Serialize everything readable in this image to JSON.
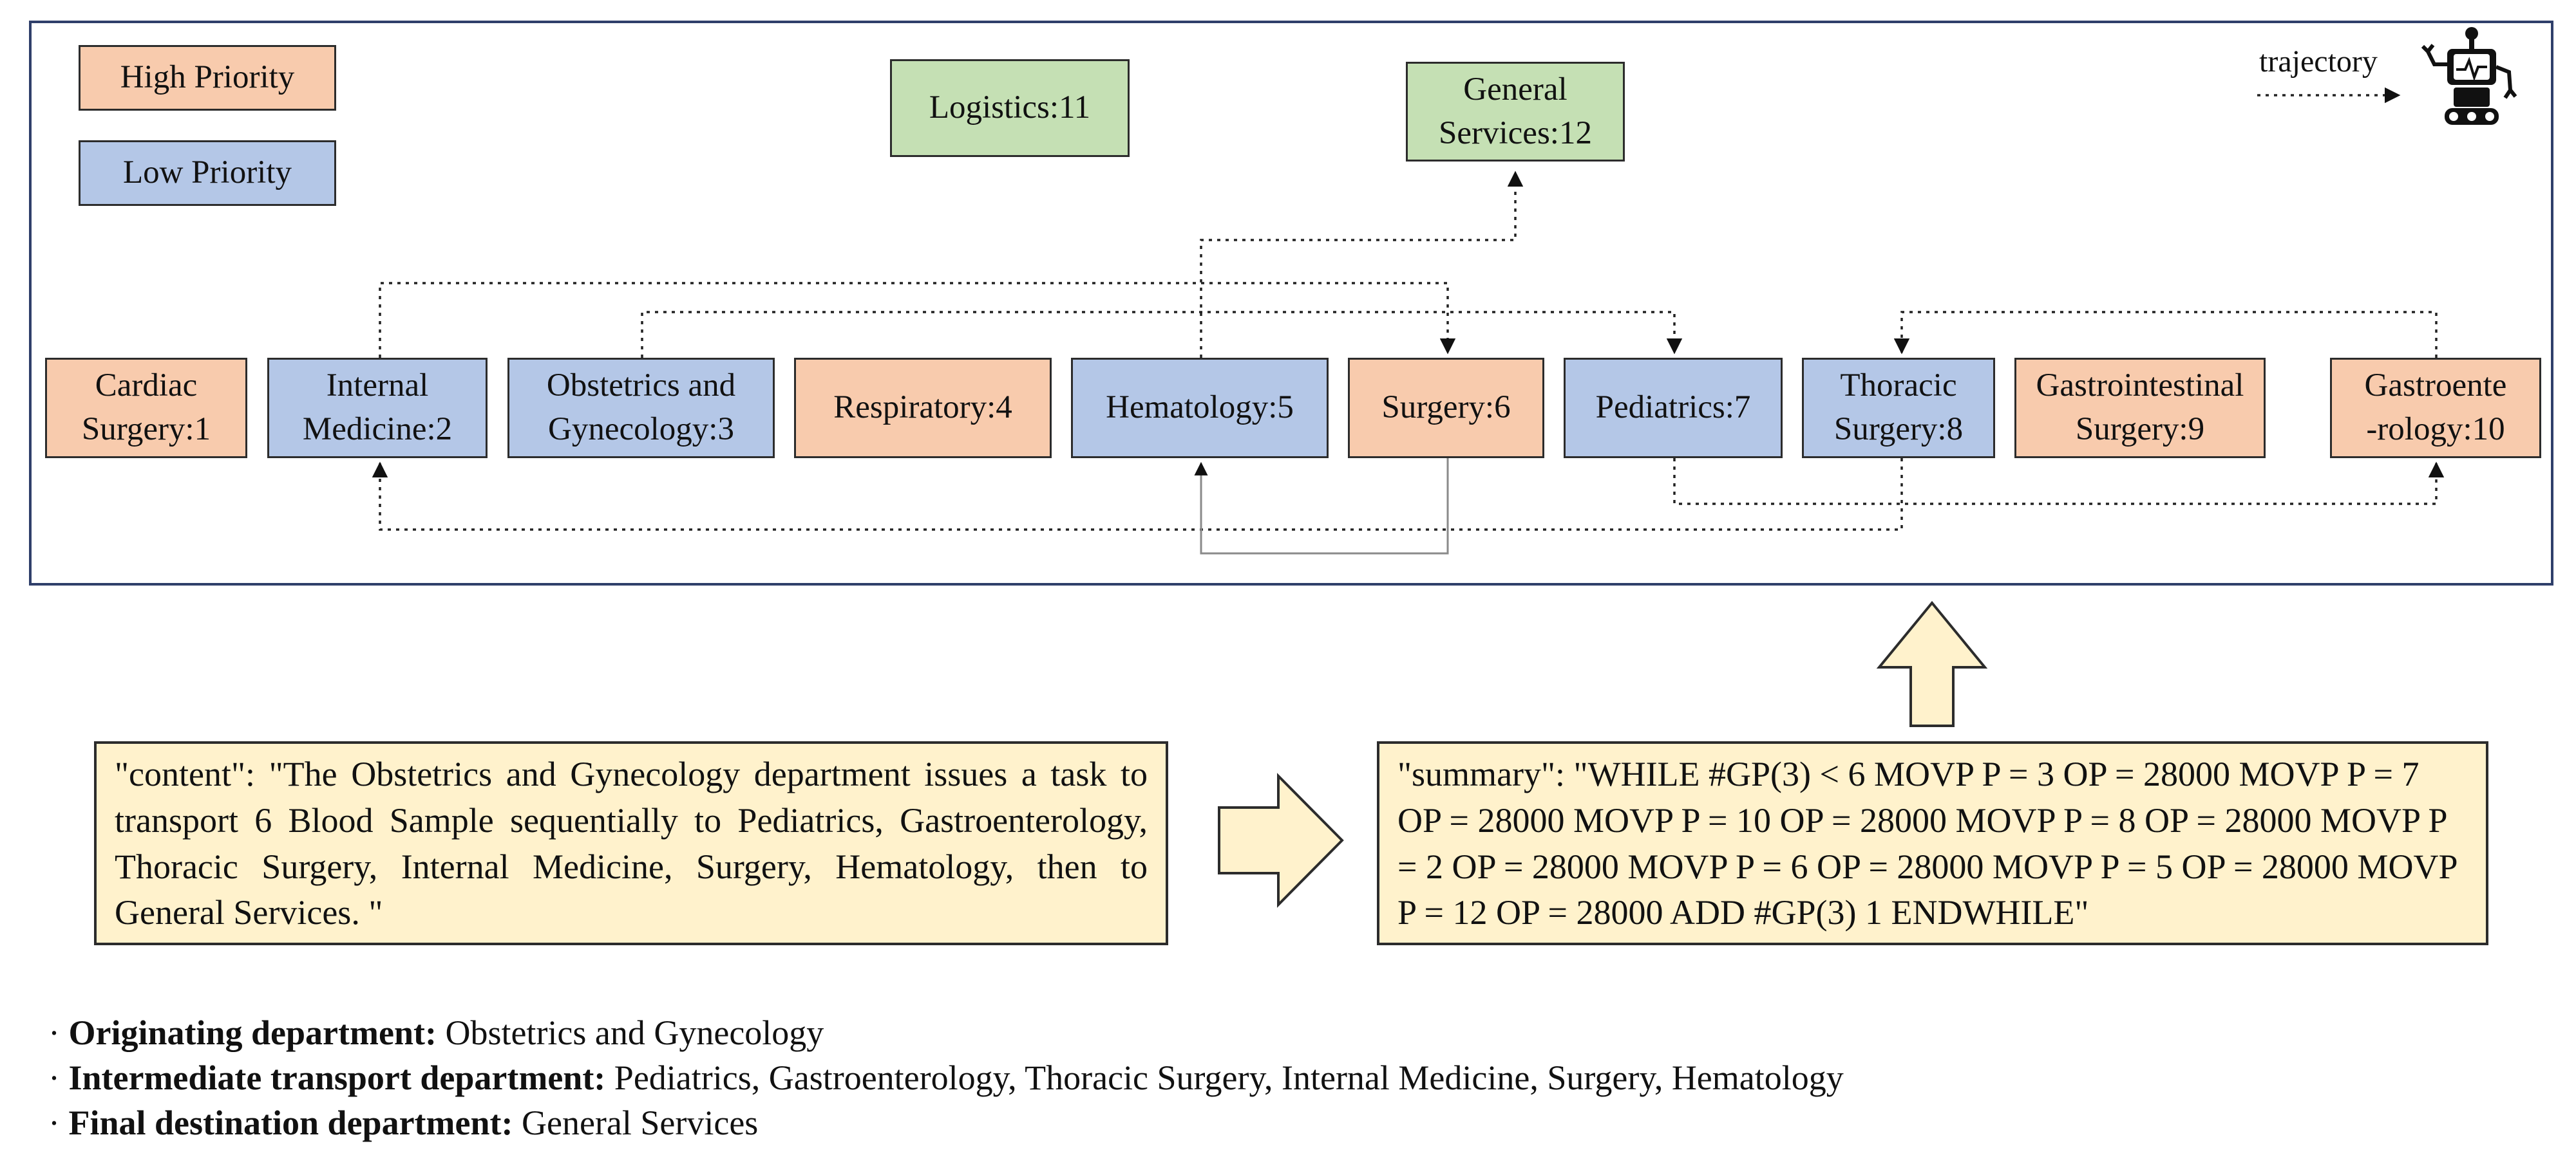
{
  "legend": {
    "high_priority": "High Priority",
    "low_priority": "Low Priority",
    "trajectory": "trajectory"
  },
  "colors": {
    "high": "#f8cbad",
    "low": "#b4c7e7",
    "service": "#c5e0b4",
    "note": "#fff2cc",
    "frame": "#2f3f6a"
  },
  "service_boxes": {
    "logistics": "Logistics:11",
    "general_services": "General\nServices:12"
  },
  "departments": [
    {
      "id": 1,
      "label": "Cardiac\nSurgery:1",
      "priority": "high"
    },
    {
      "id": 2,
      "label": "Internal\nMedicine:2",
      "priority": "low"
    },
    {
      "id": 3,
      "label": "Obstetrics and\nGynecology:3",
      "priority": "low"
    },
    {
      "id": 4,
      "label": "Respiratory:4",
      "priority": "high"
    },
    {
      "id": 5,
      "label": "Hematology:5",
      "priority": "low"
    },
    {
      "id": 6,
      "label": "Surgery:6",
      "priority": "high"
    },
    {
      "id": 7,
      "label": "Pediatrics:7",
      "priority": "low"
    },
    {
      "id": 8,
      "label": "Thoracic\nSurgery:8",
      "priority": "low"
    },
    {
      "id": 9,
      "label": "Gastrointestinal\nSurgery:9",
      "priority": "high"
    },
    {
      "id": 10,
      "label": "Gastroente\n-rology:10",
      "priority": "high"
    }
  ],
  "content_note": "\"content\": \"The Obstetrics and Gynecology department issues a task to transport 6 Blood Sample sequentially to Pediatrics, Gastroenterology, Thoracic Surgery, Internal Medicine, Surgery, Hematology, then to General Services. \"",
  "summary_note": "\"summary\": \"WHILE #GP(3) < 6 MOVP P = 3 OP = 28000 MOVP P = 7 OP = 28000 MOVP P = 10 OP = 28000 MOVP P = 8 OP = 28000 MOVP P = 2 OP = 28000 MOVP P = 6 OP = 28000 MOVP P = 5 OP = 28000 MOVP P = 12 OP = 28000 ADD #GP(3) 1 ENDWHILE\"",
  "bullets": [
    {
      "label": "Originating department:",
      "value": "Obstetrics and Gynecology"
    },
    {
      "label": "Intermediate transport department:",
      "value": "Pediatrics, Gastroenterology, Thoracic Surgery, Internal Medicine, Surgery, Hematology"
    },
    {
      "label": "Final destination department:",
      "value": "General Services"
    }
  ]
}
